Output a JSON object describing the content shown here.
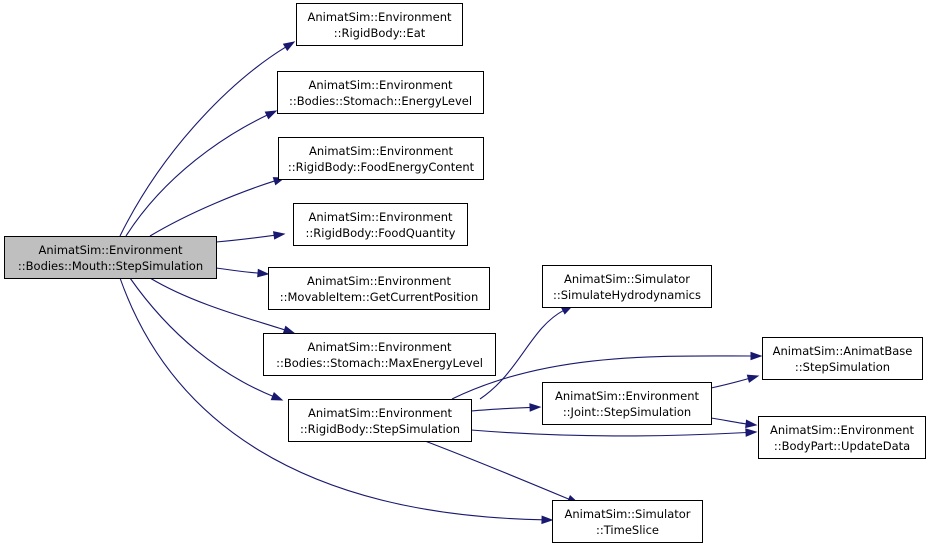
{
  "nodes": [
    {
      "id": "mouth",
      "lines": [
        "AnimatSim::Environment",
        "::Bodies::Mouth::StepSimulation"
      ],
      "highlight": true
    },
    {
      "id": "eat",
      "lines": [
        "AnimatSim::Environment",
        "::RigidBody::Eat"
      ]
    },
    {
      "id": "energy",
      "lines": [
        "AnimatSim::Environment",
        "::Bodies::Stomach::EnergyLevel"
      ]
    },
    {
      "id": "foodenergy",
      "lines": [
        "AnimatSim::Environment",
        "::RigidBody::FoodEnergyContent"
      ]
    },
    {
      "id": "foodqty",
      "lines": [
        "AnimatSim::Environment",
        "::RigidBody::FoodQuantity"
      ]
    },
    {
      "id": "curpos",
      "lines": [
        "AnimatSim::Environment",
        "::MovableItem::GetCurrentPosition"
      ]
    },
    {
      "id": "maxenergy",
      "lines": [
        "AnimatSim::Environment",
        "::Bodies::Stomach::MaxEnergyLevel"
      ]
    },
    {
      "id": "rbstep",
      "lines": [
        "AnimatSim::Environment",
        "::RigidBody::StepSimulation"
      ]
    },
    {
      "id": "hydro",
      "lines": [
        "AnimatSim::Simulator",
        "::SimulateHydrodynamics"
      ]
    },
    {
      "id": "jointstep",
      "lines": [
        "AnimatSim::Environment",
        "::Joint::StepSimulation"
      ]
    },
    {
      "id": "timeslice",
      "lines": [
        "AnimatSim::Simulator",
        "::TimeSlice"
      ]
    },
    {
      "id": "abstep",
      "lines": [
        "AnimatSim::AnimatBase",
        "::StepSimulation"
      ]
    },
    {
      "id": "update",
      "lines": [
        "AnimatSim::Environment",
        "::BodyPart::UpdateData"
      ]
    }
  ],
  "edges": [
    {
      "from": "mouth",
      "to": "eat"
    },
    {
      "from": "mouth",
      "to": "energy"
    },
    {
      "from": "mouth",
      "to": "foodenergy"
    },
    {
      "from": "mouth",
      "to": "foodqty"
    },
    {
      "from": "mouth",
      "to": "curpos"
    },
    {
      "from": "mouth",
      "to": "maxenergy"
    },
    {
      "from": "mouth",
      "to": "rbstep"
    },
    {
      "from": "mouth",
      "to": "timeslice"
    },
    {
      "from": "rbstep",
      "to": "hydro"
    },
    {
      "from": "rbstep",
      "to": "abstep"
    },
    {
      "from": "rbstep",
      "to": "jointstep"
    },
    {
      "from": "rbstep",
      "to": "update"
    },
    {
      "from": "rbstep",
      "to": "timeslice"
    },
    {
      "from": "jointstep",
      "to": "abstep"
    },
    {
      "from": "jointstep",
      "to": "update"
    }
  ],
  "colors": {
    "highlight_fill": "#bfbfbf",
    "node_fill": "#ffffff",
    "edge": "#191970",
    "border": "#000000"
  }
}
